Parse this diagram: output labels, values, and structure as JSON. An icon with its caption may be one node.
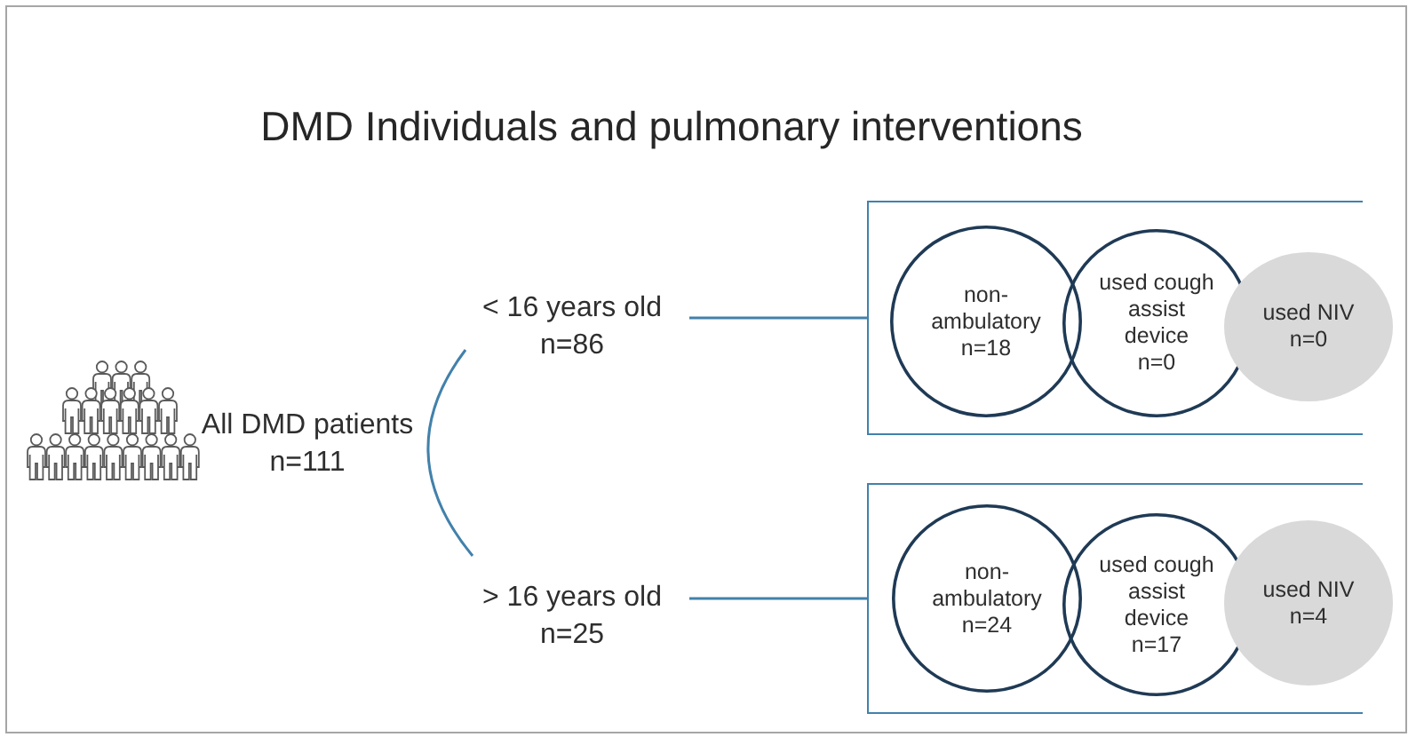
{
  "diagram": {
    "title": "DMD Individuals and pulmonary interventions",
    "nodes": [
      {
        "text": [
          "All DMD patients",
          "n=111"
        ]
      },
      {
        "text": [
          "< 16 years old",
          "n=86"
        ]
      },
      {
        "text": [],
        "shape": "box"
      },
      {
        "text": [
          "non-ambulatory",
          "n=18"
        ],
        "in": 2
      },
      {
        "text": [
          "used cough assist device",
          "n=0"
        ],
        "in": 2
      },
      {
        "text": [
          "used NIV",
          "n=0"
        ],
        "in": 2
      },
      {
        "text": [
          "> 16 years old",
          "n=25"
        ]
      },
      {
        "text": [],
        "shape": "box"
      },
      {
        "text": [
          "non-ambulatory",
          "n=24"
        ],
        "in": 7
      },
      {
        "text": [
          "used cough assist device",
          "n=17"
        ],
        "in": 7
      },
      {
        "text": [
          "used NIV",
          "n=4"
        ],
        "in": 7
      }
    ],
    "edges": [
      {
        "from": 1,
        "to": 2,
        "arrow": "none"
      },
      {
        "from": 6,
        "to": 7,
        "arrow": "none"
      }
    ]
  }
}
